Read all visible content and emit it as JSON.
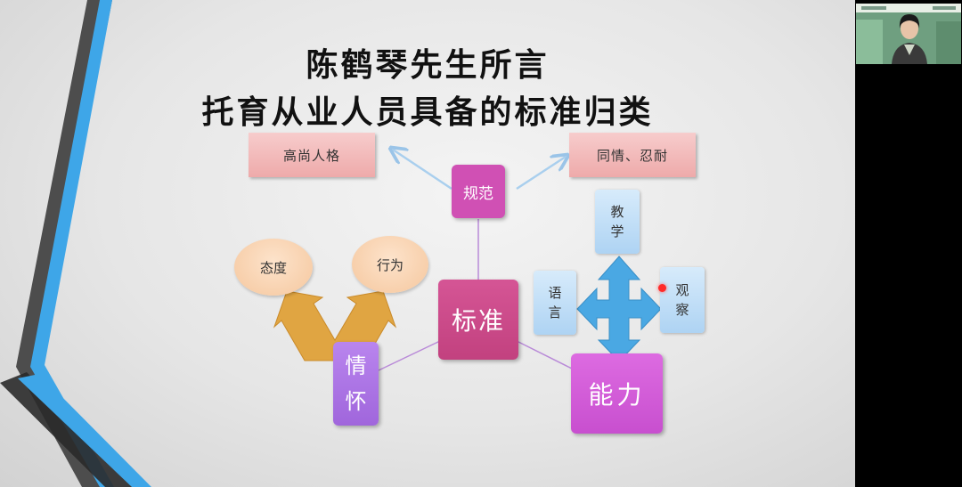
{
  "slide": {
    "title_line1": "陈鹤琴先生所言",
    "title_line2": "托育从业人员具备的标准归类",
    "center": "标准",
    "norm": "规范",
    "ability": "能力",
    "feeling": [
      "情",
      "怀"
    ],
    "pink_left": "高尚人格",
    "pink_right": "同情、忍耐",
    "oval_left": "态度",
    "oval_right": "行为",
    "ability_items": {
      "top": [
        "教",
        "学"
      ],
      "left": [
        "语",
        "言"
      ],
      "right": [
        "观",
        "察"
      ]
    }
  },
  "colors": {
    "magenta": "#d050b4",
    "center_pink": "#c2417f",
    "purple": "#a86ee0",
    "blue_arrow": "#4aa8e3",
    "orange_arrow": "#e0a542",
    "stripe_blue": "#3ea6e8",
    "stripe_gray": "#4d4d4d"
  }
}
